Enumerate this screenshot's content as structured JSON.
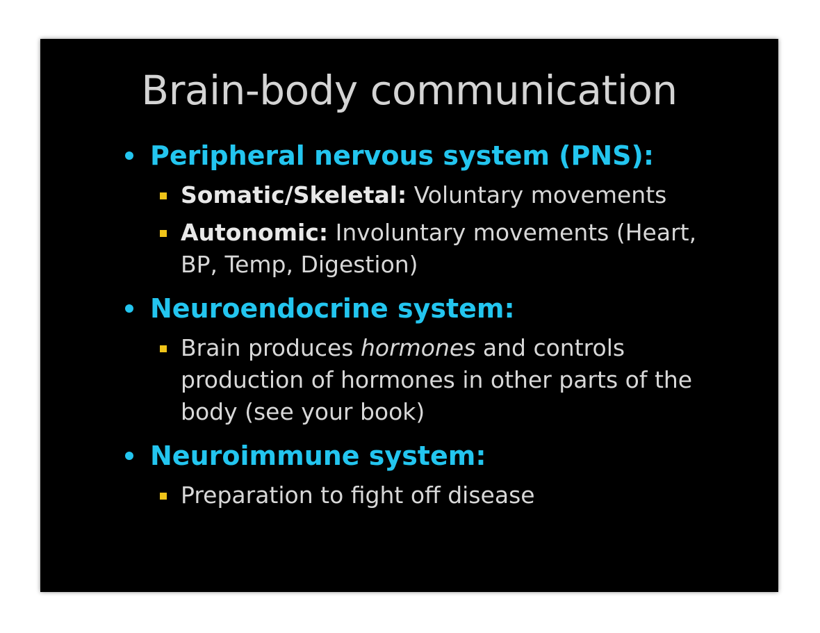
{
  "slide": {
    "title": "Brain-body communication",
    "sections": [
      {
        "heading": "Peripheral nervous system (PNS):",
        "items": [
          {
            "bold": "Somatic/Skeletal:",
            "text": " Voluntary movements"
          },
          {
            "bold": "Autonomic:",
            "text": " Involuntary movements (Heart, BP, Temp, Digestion)"
          }
        ]
      },
      {
        "heading": "Neuroendocrine system:",
        "items": [
          {
            "pre": "Brain produces ",
            "italic": "hormones",
            "post": " and controls production of hormones in other parts of the body (see your book)"
          }
        ]
      },
      {
        "heading": "Neuroimmune system:",
        "items": [
          {
            "text": "Preparation to fight off disease"
          }
        ]
      }
    ]
  },
  "colors": {
    "background": "#000000",
    "title": "#d4d4d4",
    "heading": "#23c5ef",
    "sub_bullet": "#f0c419",
    "body_text": "#d8d8d8"
  }
}
